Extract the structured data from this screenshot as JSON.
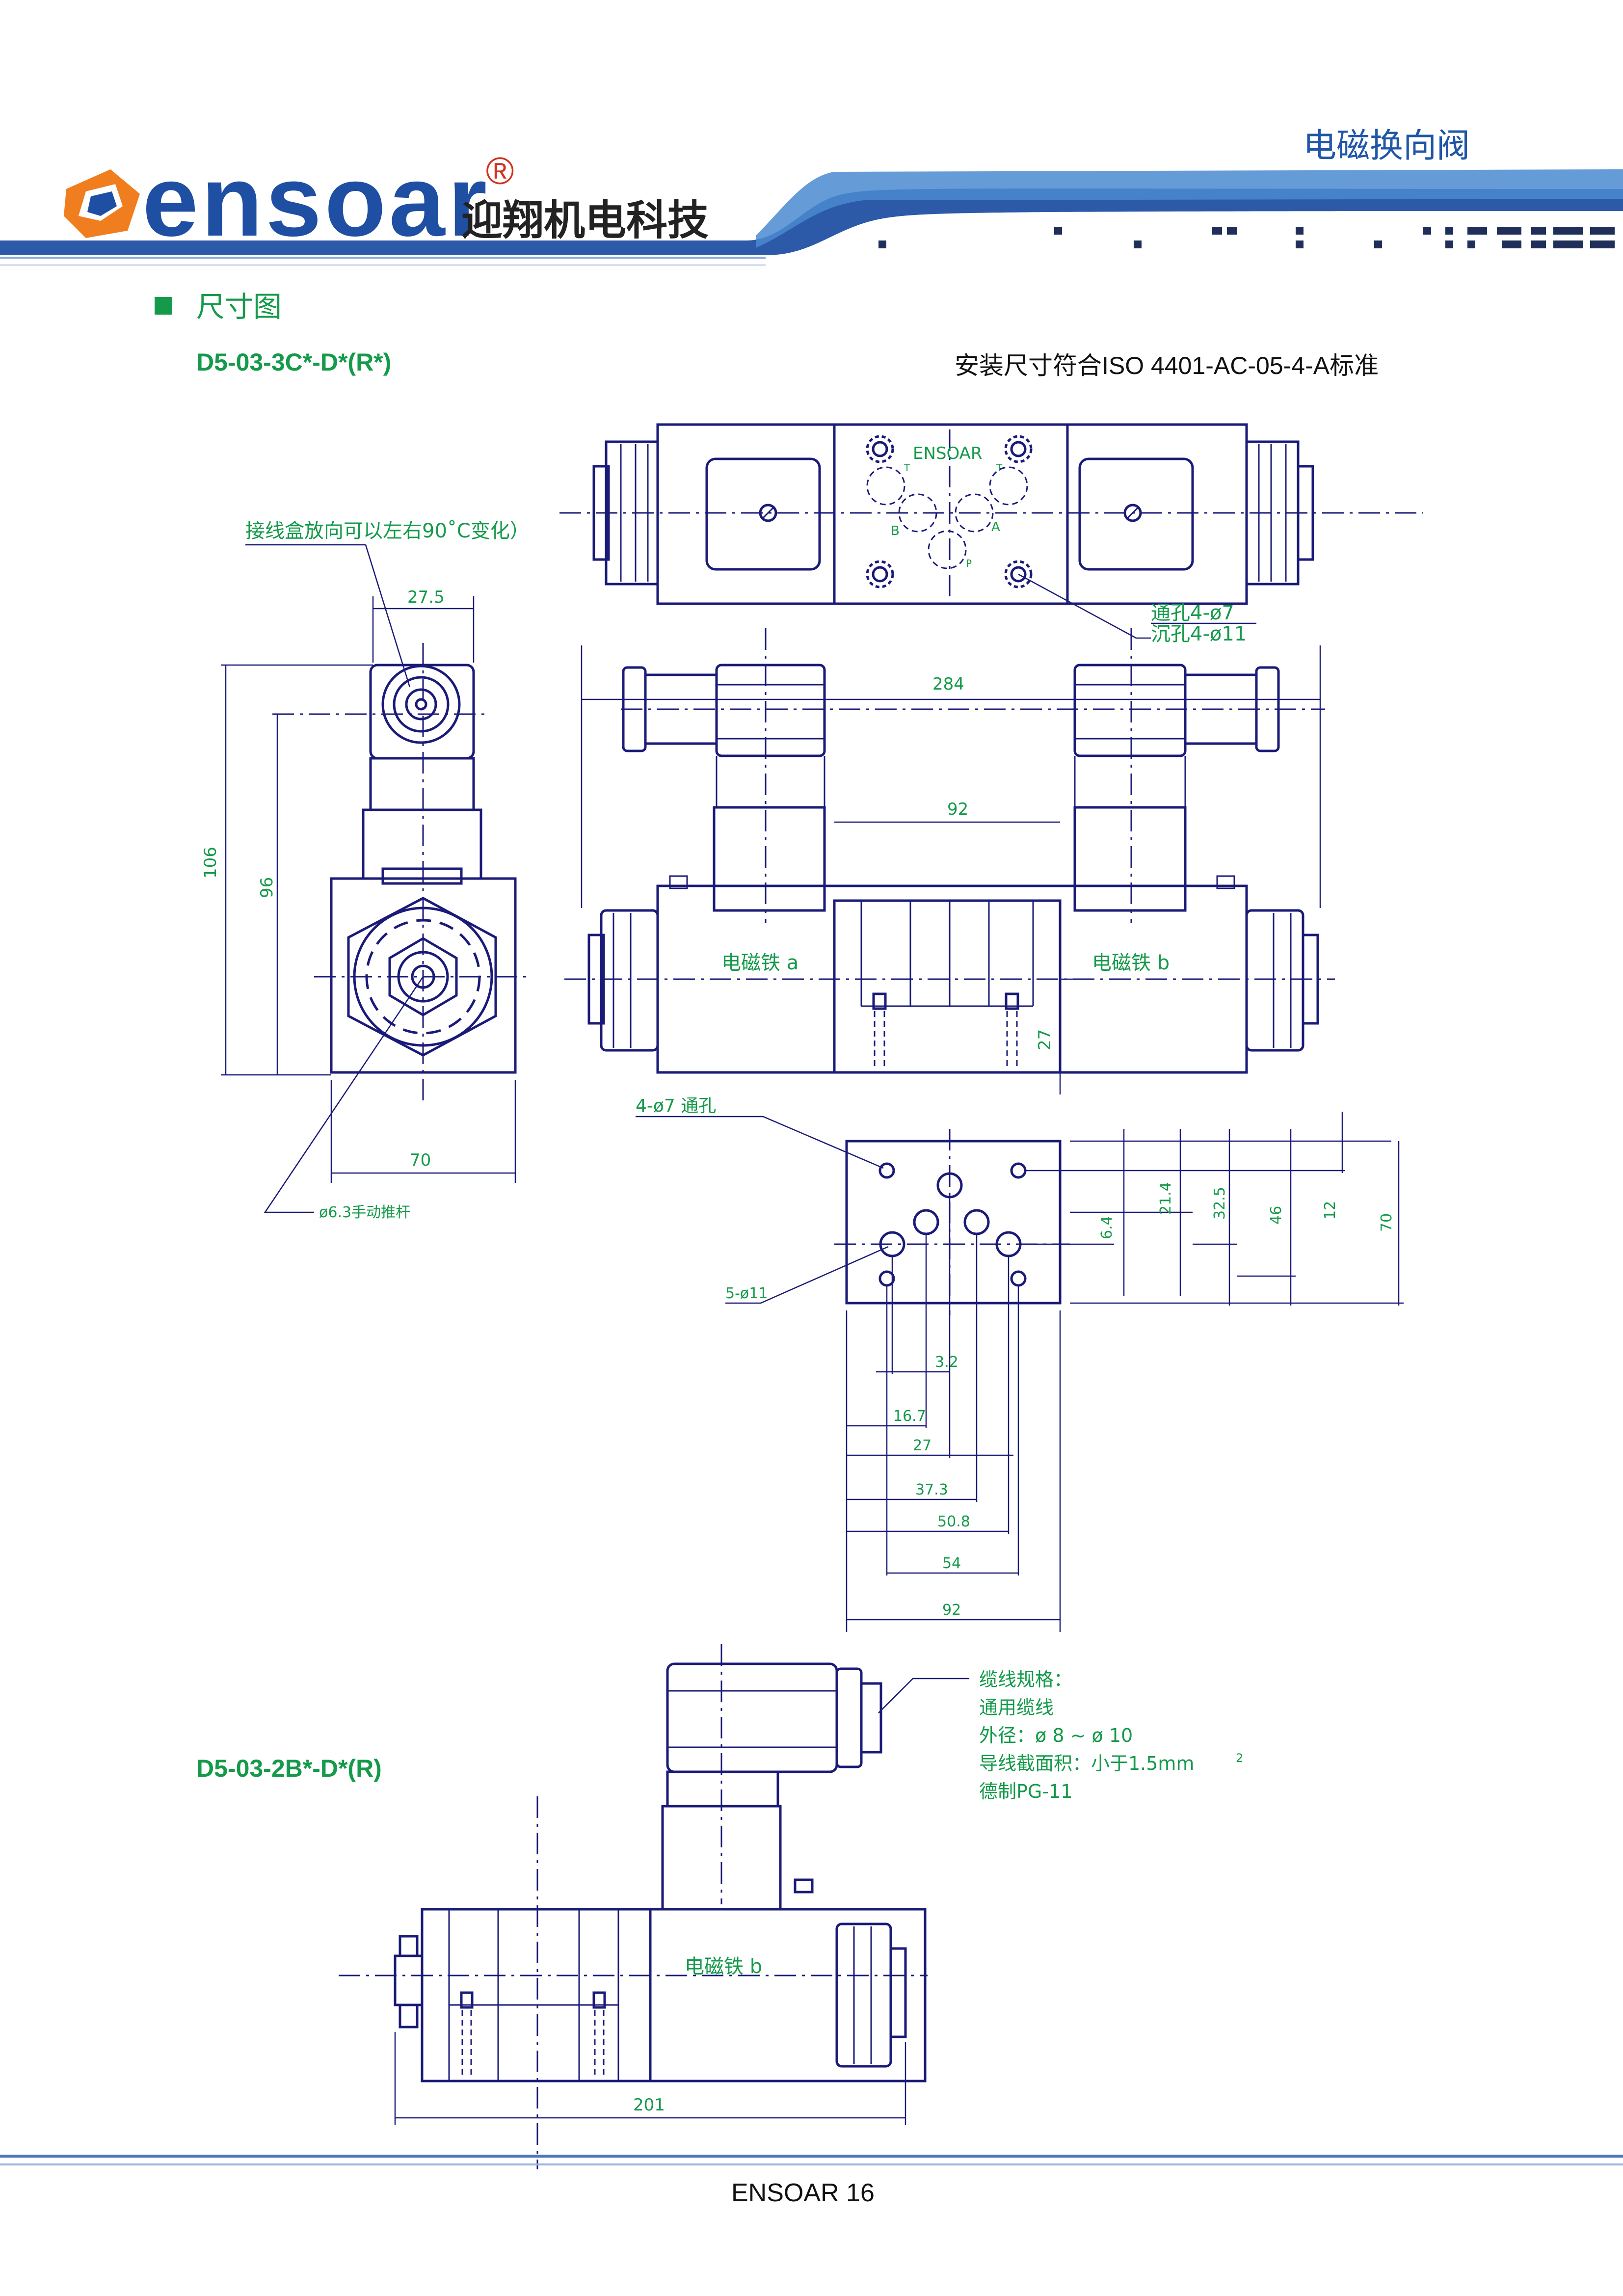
{
  "header": {
    "brand_wordmark": "ensoar",
    "registered_mark": "®",
    "company_name_cn": "迎翔机电科技",
    "product_title": "电磁换向阀"
  },
  "section": {
    "title": "尺寸图"
  },
  "model_top": {
    "code": "D5-03-3C*-D*(R*)",
    "standard_note": "安装尺寸符合ISO 4401-AC-05-4-A标准"
  },
  "model_bottom": {
    "code": "D5-03-2B*-D*(R)"
  },
  "top_view": {
    "plate_brand": "ENSOAR",
    "port_t_left": "T",
    "port_t_right": "T",
    "port_b": "B",
    "port_a": "A",
    "port_p": "P",
    "through_hole": "通孔4-ø7",
    "counterbore": "沉孔4-ø11"
  },
  "side_view": {
    "note_junction_box": "接线盒放向可以左右90˚C变化）",
    "dim_width_top": "27.5",
    "dim_height_total": "106",
    "dim_height_axis": "96",
    "dim_width_bottom": "70",
    "note_manual_push": "ø6.3手动推杆"
  },
  "front_view": {
    "dim_total_length": "284",
    "dim_body": "92",
    "dim_base": "27",
    "solenoid_a": "电磁铁 a",
    "solenoid_b": "电磁铁 b"
  },
  "mount_face": {
    "note_through": "4-ø7 通孔",
    "note_ports": "5-ø11",
    "dims_vertical": [
      "6.4",
      "21.4",
      "32.5",
      "46",
      "12",
      "70"
    ],
    "dims_horizontal": [
      "3.2",
      "16.7",
      "27",
      "37.3",
      "50.8",
      "54",
      "92"
    ]
  },
  "cable_spec": {
    "title": "缆线规格：",
    "type": "通用缆线",
    "outer_diameter": "外径：ø 8 ~ ø 10",
    "cross_section": "导线截面积：小于1.5mm",
    "cross_section_sup": "2",
    "gland": "德制PG-11"
  },
  "bottom_view": {
    "solenoid_b": "电磁铁 b",
    "dim_total_length": "201"
  },
  "footer": {
    "page_label": "ENSOAR 16"
  },
  "colors": {
    "drawing_line": "#1a1a78",
    "annotation": "#149a4a",
    "header_blue": "#1f56a8",
    "logo_orange": "#f07d1e",
    "logo_blue": "#1e4fa3"
  }
}
